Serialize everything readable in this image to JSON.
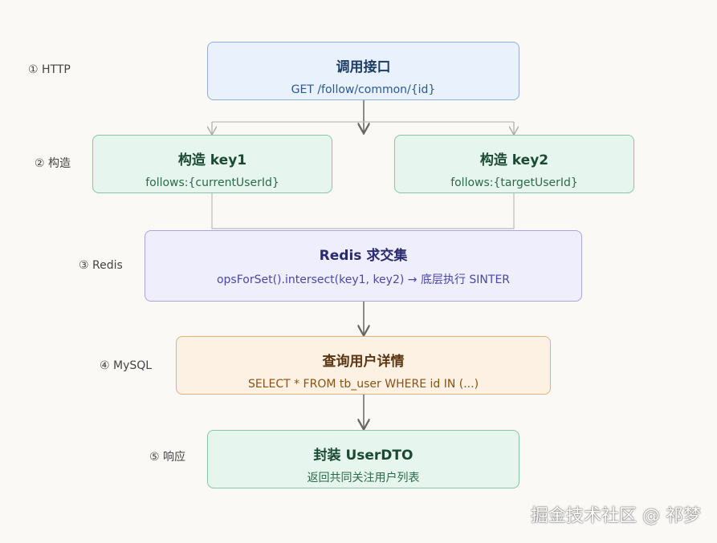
{
  "steps": [
    {
      "label": "① HTTP",
      "title": "调用接口",
      "subtitle": "GET /follow/common/{id}"
    },
    {
      "label": "② 构造"
    },
    {
      "label": "③ Redis",
      "title": "Redis 求交集",
      "subtitle": "opsForSet().intersect(key1, key2) → 底层执行 SINTER"
    },
    {
      "label": "④ MySQL",
      "title": "查询用户详情",
      "subtitle": "SELECT * FROM tb_user WHERE id IN (...)"
    },
    {
      "label": "⑤ 响应",
      "title": "封装 UserDTO",
      "subtitle": "返回共同关注用户列表"
    }
  ],
  "keys": [
    {
      "title": "构造 key1",
      "subtitle": "follows:{currentUserId}"
    },
    {
      "title": "构造 key2",
      "subtitle": "follows:{targetUserId}"
    }
  ],
  "colors": {
    "http": "#e8f1fc",
    "construct": "#e6f5ee",
    "redis": "#efeefc",
    "mysql": "#fcf1e3",
    "response": "#e6f5ee",
    "arrow": "#666666",
    "connector": "#bbbbbb"
  },
  "watermark": "掘金技术社区 @ 祁梦"
}
